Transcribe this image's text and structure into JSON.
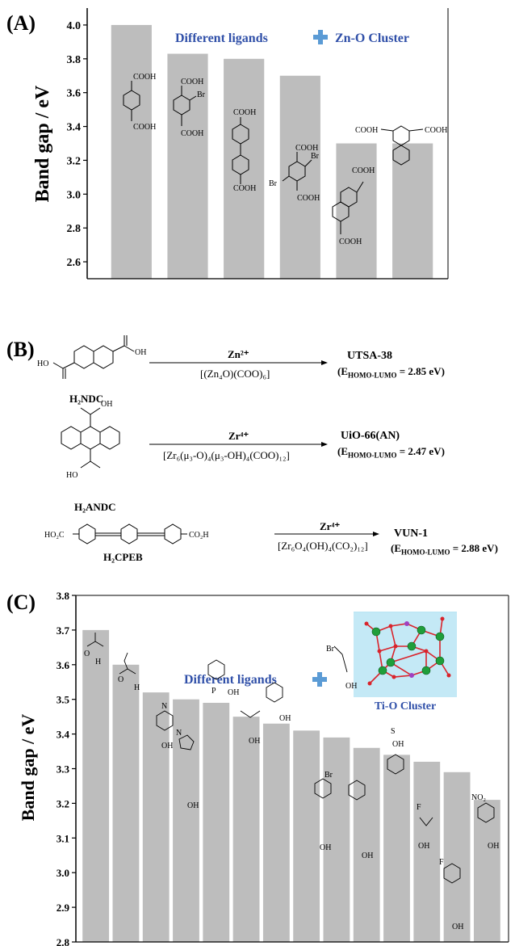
{
  "panelA": {
    "label": "(A)",
    "banner": {
      "left": "Different ligands",
      "right": "Zn-O Cluster"
    },
    "ligand_groups": [
      "COOH",
      "Br"
    ]
  },
  "panelB": {
    "label": "(B)",
    "reactions": [
      {
        "ligand": "H₂NDC",
        "ligand_groups": [
          "OH",
          "HO"
        ],
        "metal": "Zn²⁺",
        "cluster": "[(Zn₄O)(COO)₆]",
        "product": "UTSA-38",
        "energy": "(E",
        "energy_sub": "HOMO-LUMO",
        "energy_value": "= 2.85 eV)"
      },
      {
        "ligand": "H₂ANDC",
        "ligand_groups": [
          "OH",
          "HO"
        ],
        "metal": "Zr⁴⁺",
        "cluster": "[Zr₆(μ₃-O)₄(μ₃-OH)₄(COO)₁₂]",
        "product": "UiO-66(AN)",
        "energy": "(E",
        "energy_sub": "HOMO-LUMO",
        "energy_value": "= 2.47 eV)"
      },
      {
        "ligand": "H₂CPEB",
        "ligand_groups": [
          "HO₂C",
          "CO₂H"
        ],
        "metal": "Zr⁴⁺",
        "cluster": "[Zr₆O₄(OH)₄(CO₂)₁₂]",
        "product": "VUN-1",
        "energy": "(E",
        "energy_sub": "HOMO-LUMO",
        "energy_value": "= 2.88 eV)"
      }
    ]
  },
  "panelC": {
    "label": "(C)",
    "banner": {
      "left": "Different ligands",
      "right": "Ti-O Cluster"
    },
    "ligand_groups": [
      "O",
      "OH",
      "H",
      "N",
      "P",
      "S",
      "F",
      "Br",
      "NO₂"
    ]
  },
  "colors": {
    "bar": "#bdbdbd",
    "banner_text": "#2f4fa8",
    "plus": "#5b9bd5",
    "ti": "#1f9e3a",
    "o": "#d9232b"
  },
  "chart_data": [
    {
      "type": "bar",
      "ylabel": "Band gap / eV",
      "ylim": [
        2.5,
        4.1
      ],
      "yticks": [
        2.6,
        2.8,
        3.0,
        3.2,
        3.4,
        3.6,
        3.8,
        4.0
      ],
      "ytick_labels": [
        "2.6",
        "2.8",
        "3.0",
        "3.2",
        "3.4",
        "3.6",
        "3.8",
        "4.0"
      ],
      "values": [
        4.0,
        3.83,
        3.8,
        3.7,
        3.3,
        3.3
      ],
      "grid": false
    },
    {
      "type": "bar",
      "ylabel": "Band gap / eV",
      "ylim": [
        2.8,
        3.8
      ],
      "yticks": [
        2.8,
        2.9,
        3.0,
        3.1,
        3.2,
        3.3,
        3.4,
        3.5,
        3.6,
        3.7,
        3.8
      ],
      "ytick_labels": [
        "2.8",
        "2.9",
        "3.0",
        "3.1",
        "3.2",
        "3.3",
        "3.4",
        "3.5",
        "3.6",
        "3.7",
        "3.8"
      ],
      "values": [
        3.7,
        3.6,
        3.52,
        3.5,
        3.49,
        3.45,
        3.43,
        3.41,
        3.39,
        3.36,
        3.34,
        3.32,
        3.29,
        3.21
      ],
      "grid": false
    }
  ]
}
